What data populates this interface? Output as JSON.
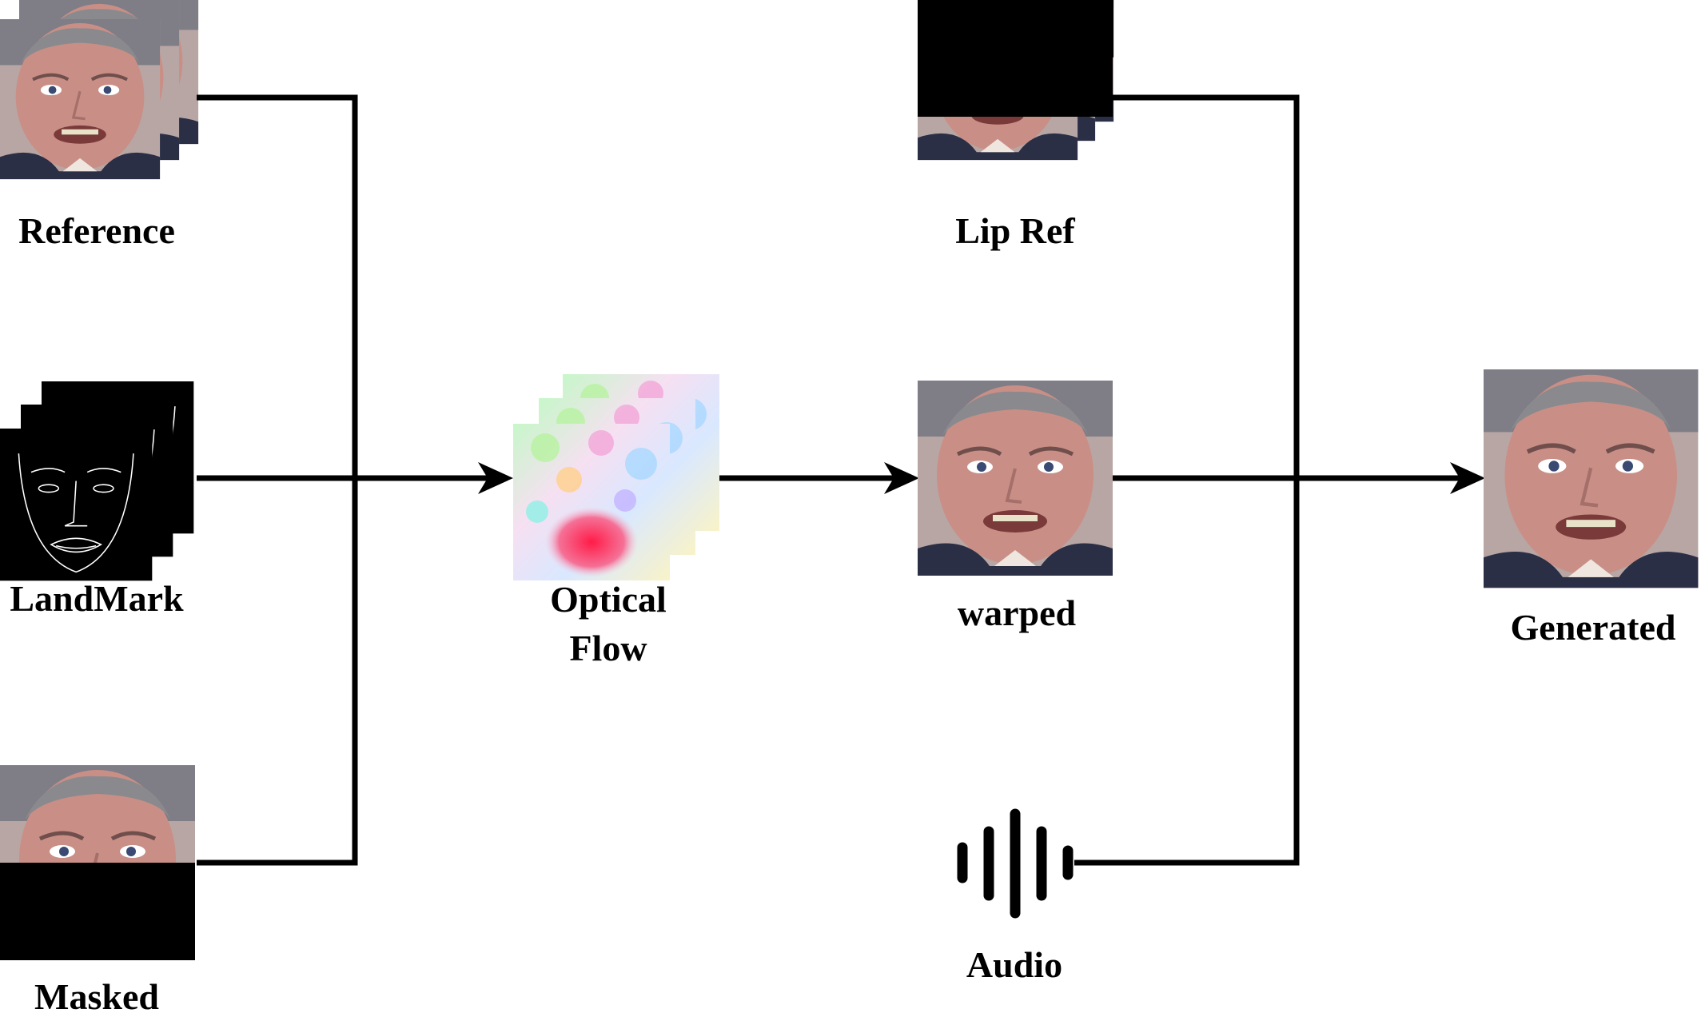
{
  "labels": {
    "reference": "Reference",
    "landmark": "LandMark",
    "masked": "Masked",
    "optical_flow_line1": "Optical",
    "optical_flow_line2": "Flow",
    "lip_ref": "Lip Ref",
    "warped": "warped",
    "audio": "Audio",
    "generated": "Generated"
  },
  "icons": {
    "reference": "face-photo-stack",
    "landmark": "landmark-sketch-stack",
    "masked": "masked-face-photo",
    "optical_flow": "optical-flow-stack",
    "lip_ref": "lip-reference-stack",
    "warped": "warped-face-photo",
    "audio": "audio-waveform-icon",
    "generated": "generated-face-photo"
  },
  "colors": {
    "line": "#000000",
    "background": "#ffffff",
    "skin": "#c98f86",
    "hair": "#8a8a8e",
    "jacket": "#2b2f45",
    "flow_red": "#f0204a"
  }
}
